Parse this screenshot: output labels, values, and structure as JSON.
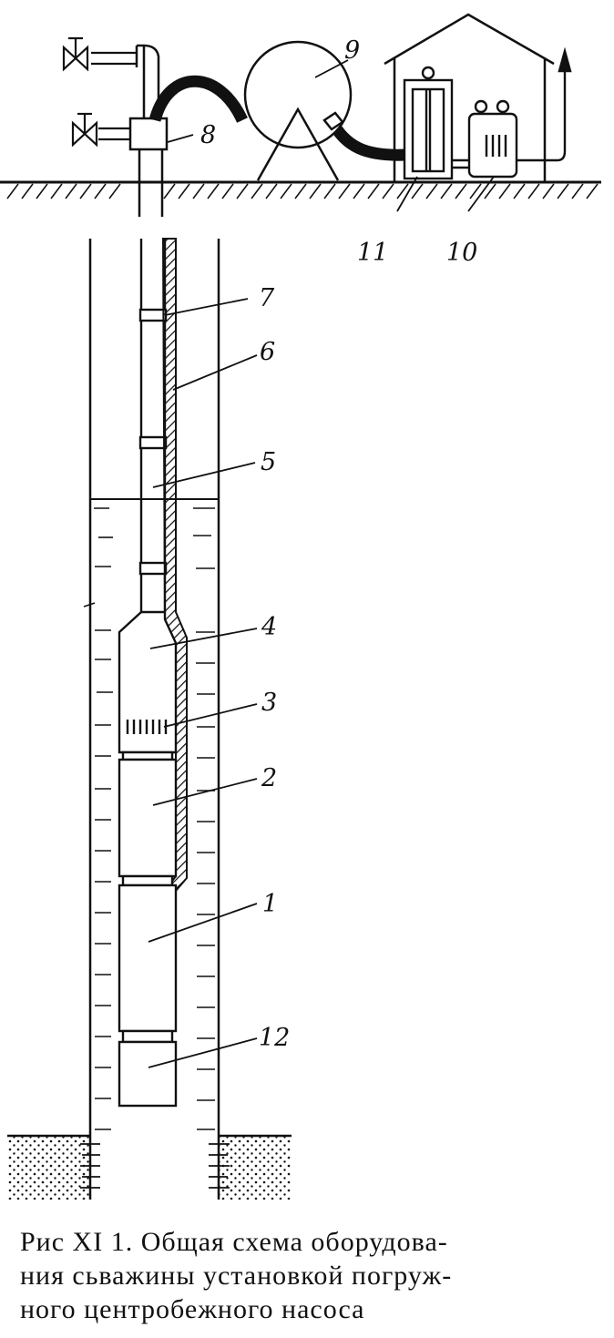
{
  "labels": {
    "l1": "1",
    "l2": "2",
    "l3": "3",
    "l4": "4",
    "l5": "5",
    "l6": "6",
    "l7": "7",
    "l8": "8",
    "l9": "9",
    "l10": "10",
    "l11": "11",
    "l12": "12"
  },
  "caption": {
    "line1": "Рис XI 1. Общая схема оборудова-",
    "line2": "ния сьважины установкой погруж-",
    "line3": "ного центробежного насоса"
  }
}
